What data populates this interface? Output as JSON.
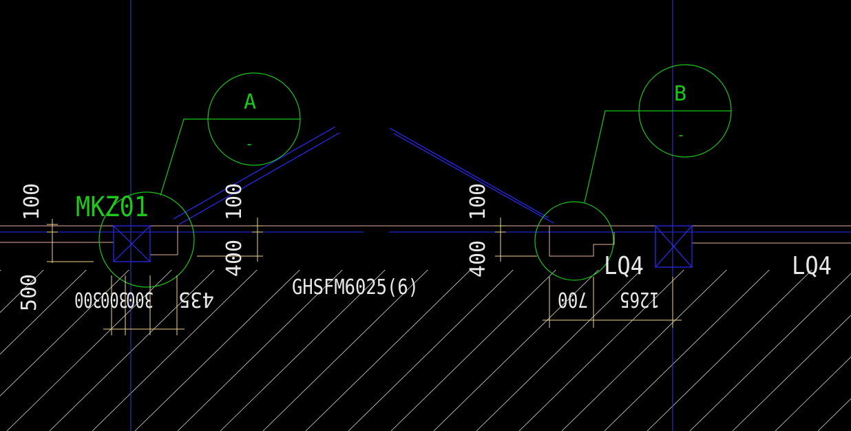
{
  "colors": {
    "background": "#000000",
    "axis": "#3a3ad8",
    "wall_blue": "#2a2aff",
    "callout": "#19c819",
    "tag_green": "#1ec81e",
    "text_light": "#e8e8e8",
    "dimension": "#f0d890",
    "hatch": "#d8d8d8",
    "wall_line": "#e6b0a0"
  },
  "callouts": {
    "a": {
      "label": "A",
      "sub": "-"
    },
    "b": {
      "label": "B",
      "sub": "-"
    }
  },
  "tags": {
    "column": "MKZ01",
    "door": "GHSFM6025(6)",
    "wall_mid": "LQ4",
    "wall_right": "LQ4"
  },
  "dimensions": {
    "left_top_100": "100",
    "left_500": "500",
    "left_row": [
      "300",
      "300",
      "300",
      "435"
    ],
    "mid_left_100": "100",
    "mid_left_400": "400",
    "mid_right_100": "100",
    "mid_right_400": "400",
    "right_row": [
      "700",
      "1265"
    ]
  }
}
